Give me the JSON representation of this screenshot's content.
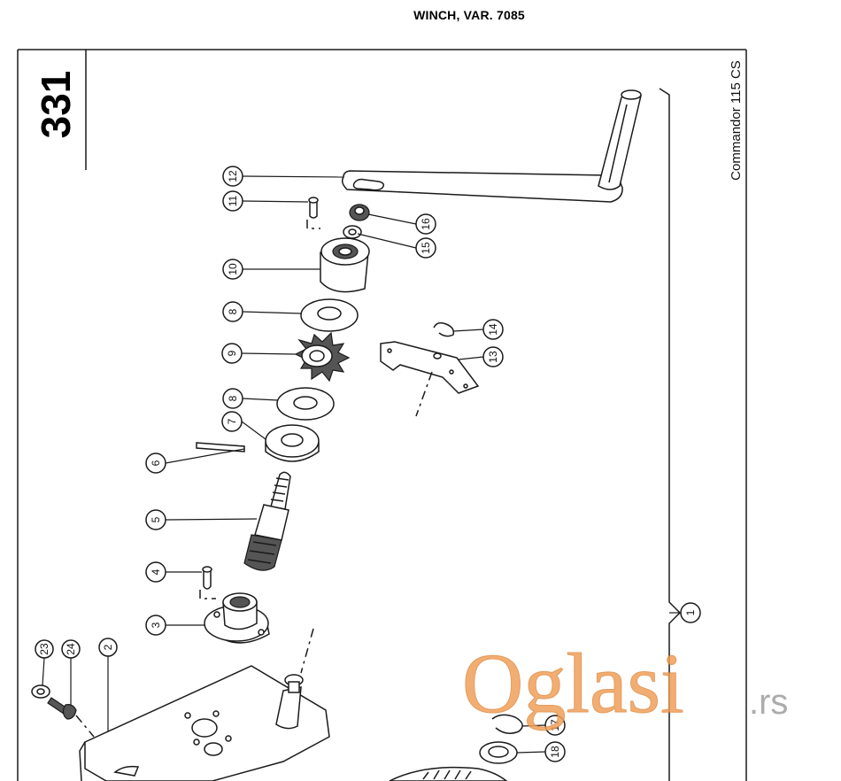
{
  "title": "WINCH, VAR. 7085",
  "page_number": "331",
  "model_label": "Commandor 115 CS",
  "watermark": {
    "text": "Oglasi",
    "suffix": ".rs",
    "color": "#f0a05a",
    "suffix_color": "#9e9e9e"
  },
  "callouts": [
    {
      "id": "c1",
      "label": "1"
    },
    {
      "id": "c2",
      "label": "2"
    },
    {
      "id": "c3",
      "label": "3"
    },
    {
      "id": "c4",
      "label": "4"
    },
    {
      "id": "c5",
      "label": "5"
    },
    {
      "id": "c6",
      "label": "6"
    },
    {
      "id": "c7",
      "label": "7"
    },
    {
      "id": "c8a",
      "label": "8"
    },
    {
      "id": "c8b",
      "label": "8"
    },
    {
      "id": "c9",
      "label": "9"
    },
    {
      "id": "c10",
      "label": "10"
    },
    {
      "id": "c11",
      "label": "11"
    },
    {
      "id": "c12",
      "label": "12"
    },
    {
      "id": "c13",
      "label": "13"
    },
    {
      "id": "c14",
      "label": "14"
    },
    {
      "id": "c15",
      "label": "15"
    },
    {
      "id": "c16",
      "label": "16"
    },
    {
      "id": "c17",
      "label": "17"
    },
    {
      "id": "c18",
      "label": "18"
    },
    {
      "id": "c23",
      "label": "23"
    },
    {
      "id": "c24",
      "label": "24"
    }
  ]
}
